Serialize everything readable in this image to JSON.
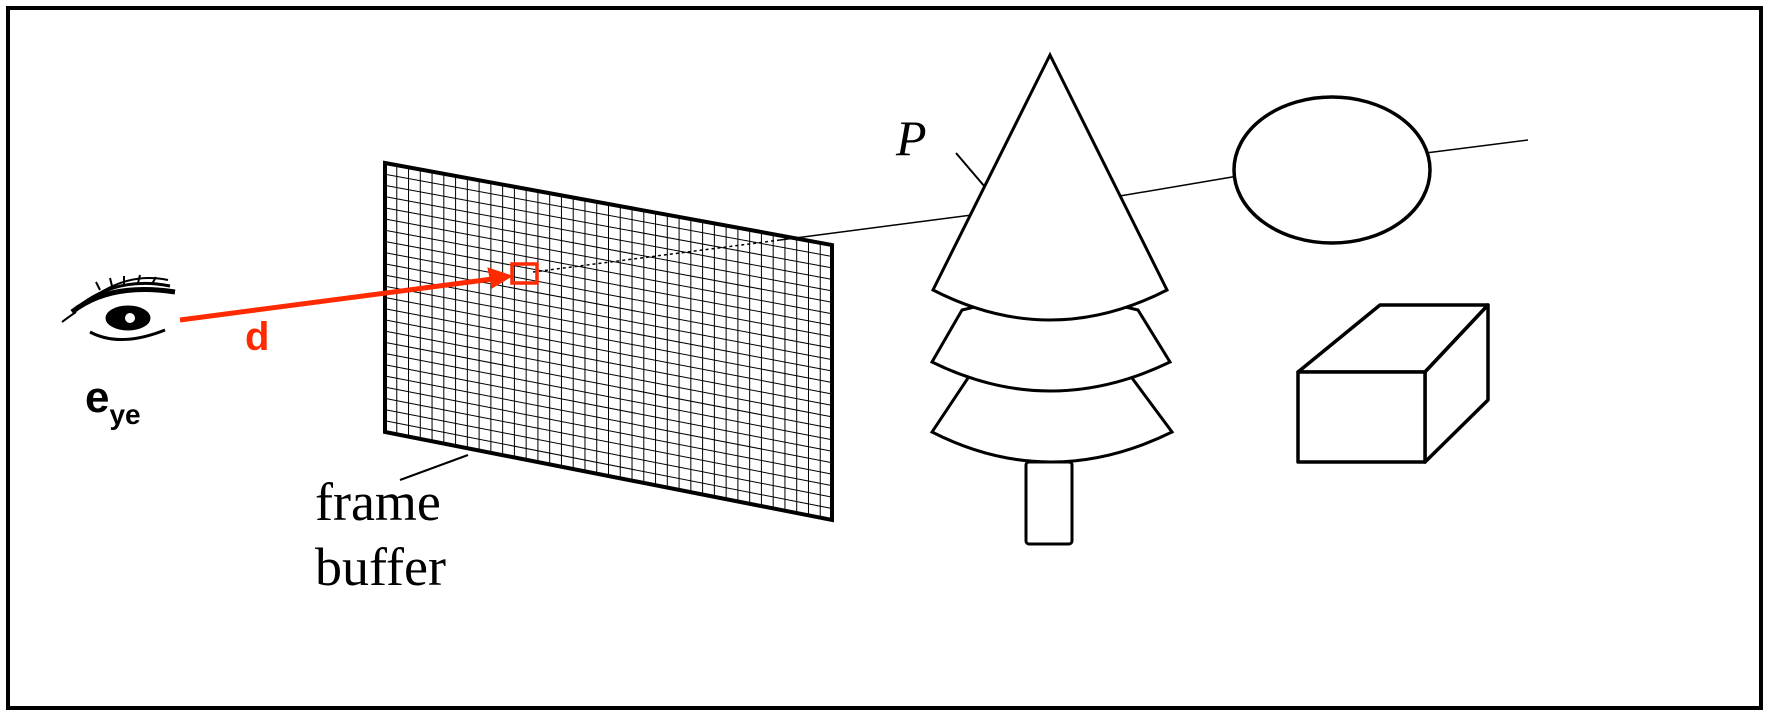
{
  "labels": {
    "point_label": "P",
    "eye_label_main": "e",
    "eye_label_sub": "ye",
    "direction_label": "d",
    "frame_buffer_line1": "frame",
    "frame_buffer_line2": "buffer"
  },
  "colors": {
    "stroke": "#000000",
    "ray_accent": "#ff2a00",
    "background": "#ffffff"
  },
  "objects": {
    "eye": "eye-icon",
    "screen": "frame-buffer-grid",
    "tree": "cone-tree",
    "sphere": "circle",
    "box": "rectangular-box"
  }
}
